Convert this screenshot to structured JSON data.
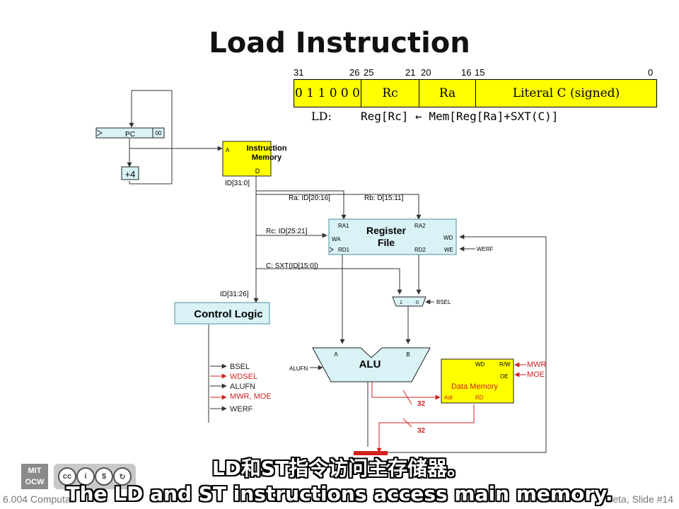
{
  "title": "Load Instruction",
  "encoding": {
    "bit_labels": [
      "31",
      "26",
      "25",
      "21",
      "20",
      "16",
      "15",
      "0"
    ],
    "fields": [
      "0 1 1 0 0 0",
      "Rc",
      "Ra",
      "Literal C (signed)"
    ]
  },
  "ld": {
    "op": "LD:",
    "rtl": "Reg[Rc] ← Mem[Reg[Ra]+SXT(C)]"
  },
  "diagram": {
    "pc": "PC",
    "pc_bits": "00",
    "plus4": "+4",
    "imem_addr": "A",
    "imem_title": "Instruction\nMemory",
    "imem_data": "D",
    "id_bus": "ID[31:0]",
    "ra_label": "Ra: ID[20:16]",
    "rb_label": "Rb: D[15:11]",
    "rc_label": "Rc: ID[25:21]",
    "c_label": "C: SXT(ID[15:0])",
    "ctl_bus": "ID[31:26]",
    "rf_ra1": "RA1",
    "rf_ra2": "RA2",
    "rf_title": "Register\nFile",
    "rf_wa": "WA",
    "rf_wd": "WD",
    "rf_rd1": "RD1",
    "rf_rd2": "RD2",
    "rf_we": "WE",
    "werf_in": "WERF",
    "mux_in1": "1",
    "mux_in0": "0",
    "bsel_in": "BSEL",
    "control_logic": "Control Logic",
    "signals": [
      "BSEL",
      "WDSEL",
      "ALUFN",
      "MWR, MOE",
      "WERF"
    ],
    "alu": "ALU",
    "alu_a": "A",
    "alu_b": "B",
    "alufn_in": "ALUFN",
    "dm_title": "Data Memory",
    "dm_wd": "WD",
    "dm_rw": "R/W",
    "dm_oe": "OE",
    "dm_adr": "Adr",
    "dm_rd": "RD",
    "mwr_in": "MWR",
    "moe_in": "MOE",
    "width1": "32",
    "width2": "32"
  },
  "colors": {
    "highlight": "#ffff00",
    "active_path": "#d42020",
    "component_fill": "#d9f2f5",
    "component_stroke": "#4a8fa0"
  },
  "footer": {
    "logo": "MIT\nOCW",
    "course": "6.004 Computat",
    "slide": "e Beta, Slide #14"
  },
  "subtitles": {
    "zh": "LD和ST指令访问主存储器。",
    "en": "The LD and ST instructions access main memory."
  }
}
